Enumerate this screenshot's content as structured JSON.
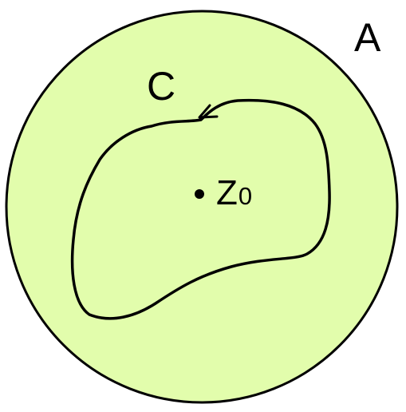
{
  "labels": {
    "region": "A",
    "contour": "C",
    "point_main": "Z",
    "point_sub": "0"
  },
  "colors": {
    "region_fill": "#e2fdac",
    "stroke": "#000000"
  }
}
